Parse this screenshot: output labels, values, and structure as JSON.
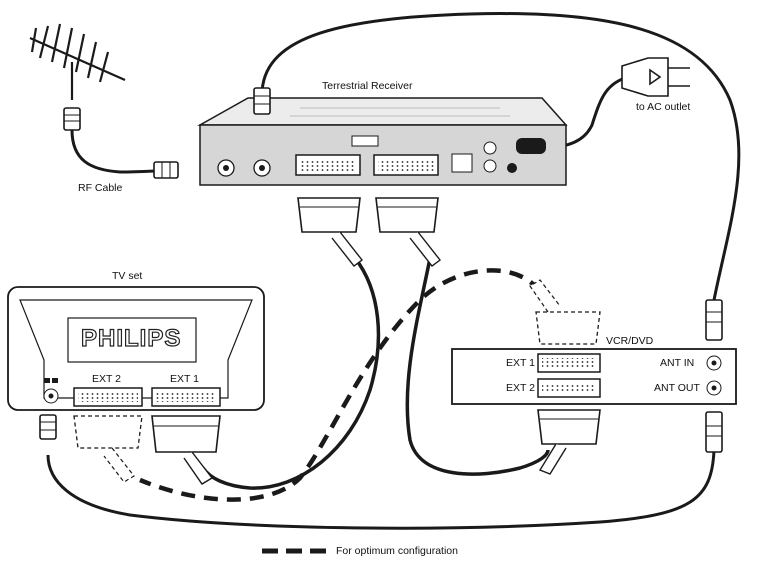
{
  "labels": {
    "receiver": "Terrestrial Receiver",
    "ac_outlet": "to AC outlet",
    "rf_cable": "RF Cable",
    "tv_set": "TV set",
    "vcr_dvd": "VCR/DVD",
    "tv_ext1": "EXT 1",
    "tv_ext2": "EXT 2",
    "vcr_ext1": "EXT 1",
    "vcr_ext2": "EXT 2",
    "ant_in": "ANT IN",
    "ant_out": "ANT OUT",
    "legend": "For optimum configuration"
  },
  "brand": {
    "tv_logo": "PHILIPS"
  },
  "colors": {
    "line": "#1a1a1a",
    "device_fill": "#dcdcdc",
    "device_dark": "#9a9a9a"
  }
}
